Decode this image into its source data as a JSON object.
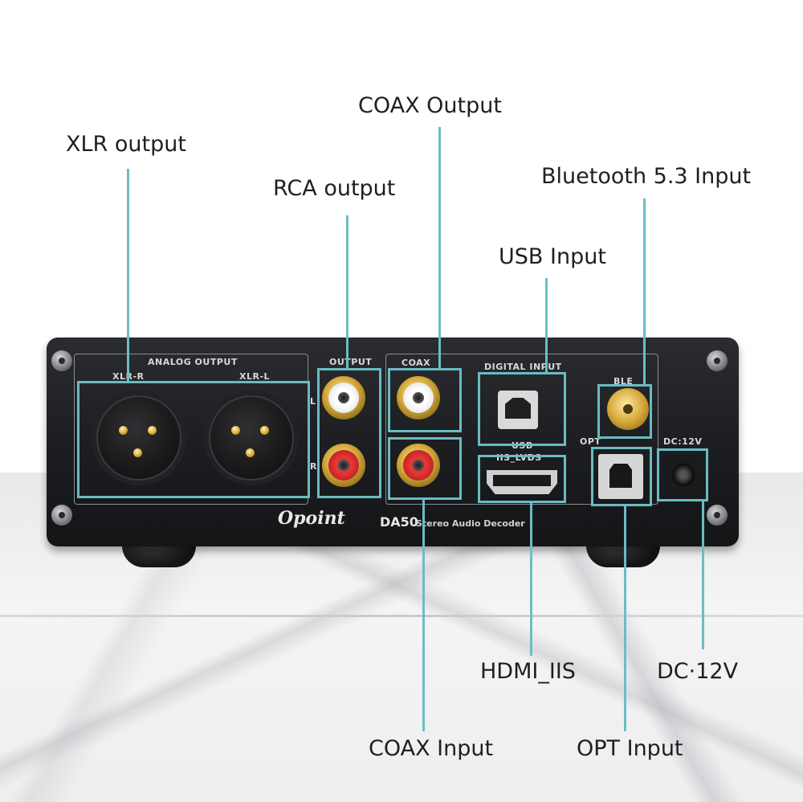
{
  "callouts": {
    "xlr_output": "XLR output",
    "rca_output": "RCA output",
    "coax_output": "COAX Output",
    "bluetooth_input": "Bluetooth 5.3 Input",
    "usb_input": "USB Input",
    "hdmi_iis": "HDMI_IIS",
    "dc_12v": "DC·12V",
    "coax_input": "COAX Input",
    "opt_input": "OPT Input"
  },
  "panel": {
    "analog_output": "ANALOG OUTPUT",
    "xlr_r": "XLR-R",
    "xlr_l": "XLR-L",
    "output": "OUTPUT",
    "l": "L",
    "r": "R",
    "coax": "COAX",
    "digital_input": "DIGITAL INPUT",
    "ble": "BLE",
    "usb": "USB",
    "iis_lvds": "IIS_LVDS",
    "opt": "OPT",
    "dc12v": "DC:12V",
    "brand": "Opoint",
    "model": "DA50",
    "model_sub": "Stereo Audio Decoder"
  },
  "colors": {
    "highlight": "#68bcc3",
    "panel": "#1c1d20"
  }
}
